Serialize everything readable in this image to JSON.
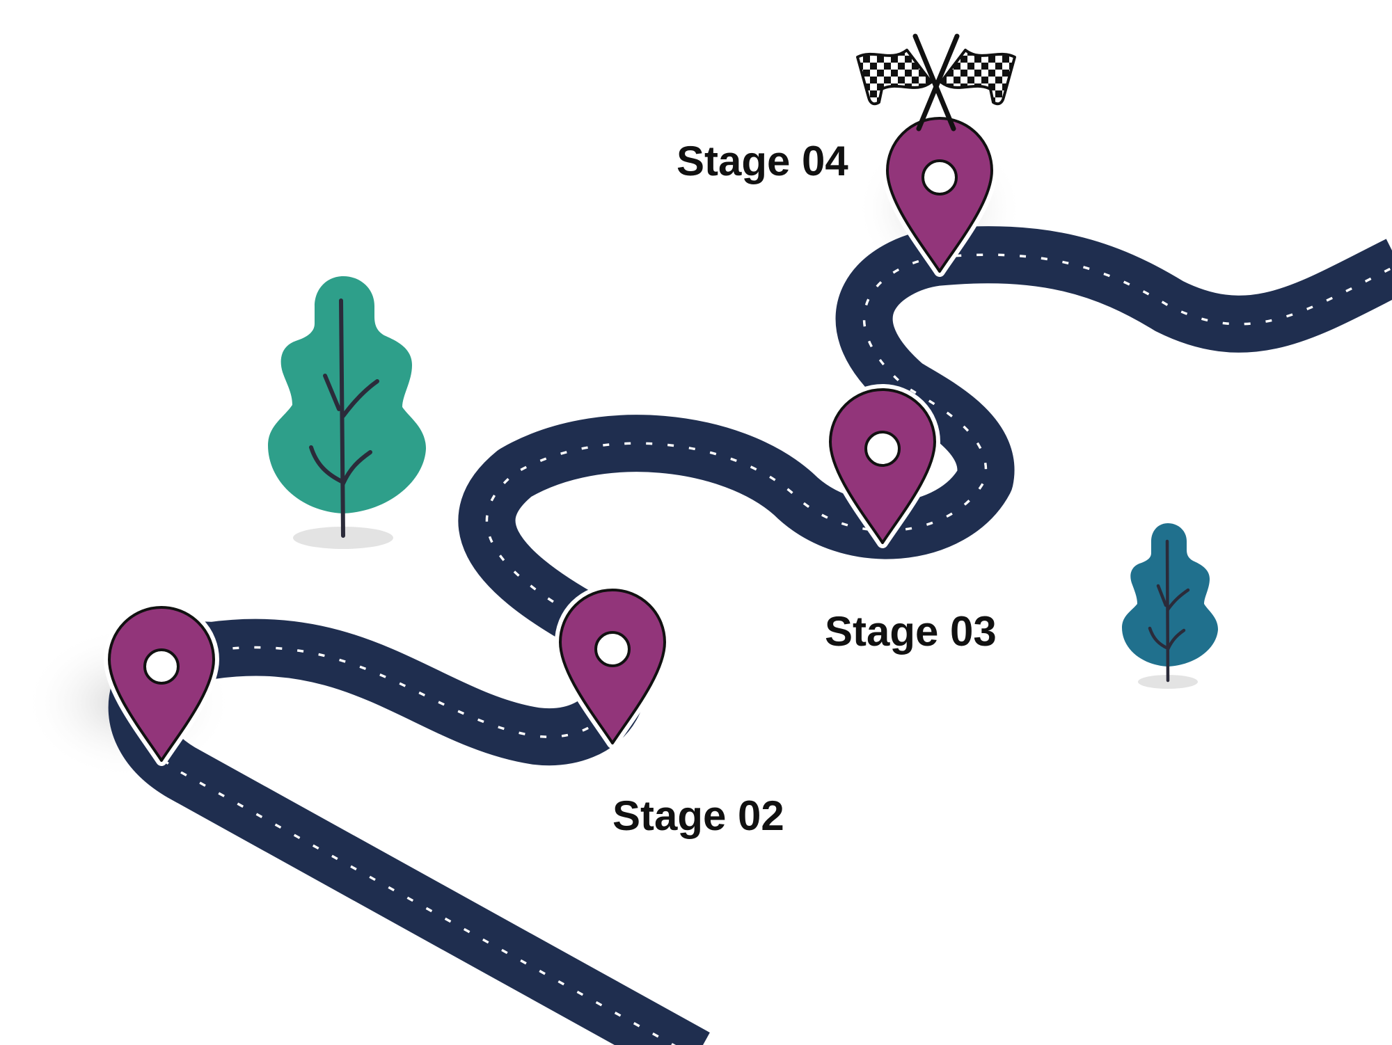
{
  "stages": [
    {
      "id": "stage-01",
      "label": ""
    },
    {
      "id": "stage-02",
      "label": "Stage 02"
    },
    {
      "id": "stage-03",
      "label": "Stage 03"
    },
    {
      "id": "stage-04",
      "label": "Stage 04"
    }
  ],
  "finish_icon": "checkered-flags-icon",
  "colors": {
    "road": "#1f2e4f",
    "road_dash": "#ffffff",
    "pin": "#92357a",
    "pin_outline": "#111111",
    "tree_green": "#2e9f8a",
    "tree_blue": "#20708d",
    "tree_trunk": "#2b2b3a",
    "shadow": "#e3e3e3",
    "label": "#111111"
  }
}
